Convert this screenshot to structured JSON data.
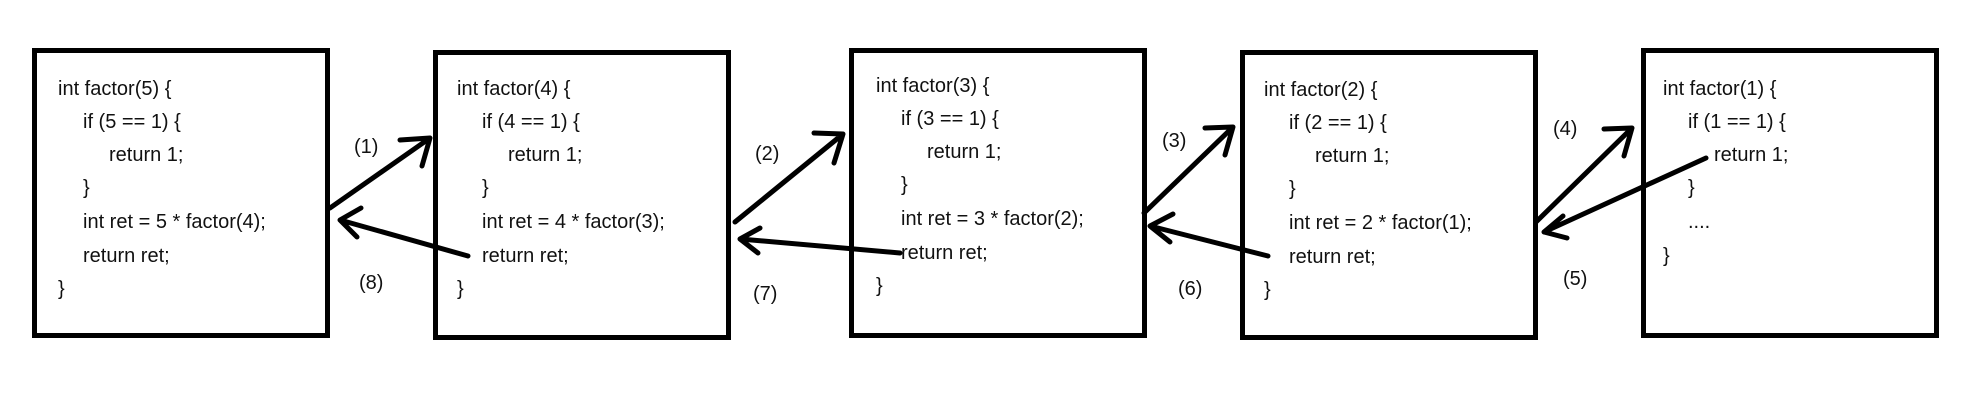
{
  "frames": [
    {
      "lines": [
        "int factor(5) {",
        "if (5 == 1) {",
        "return 1;",
        "}",
        "int ret = 5 * factor(4);",
        "return ret;",
        "}"
      ]
    },
    {
      "lines": [
        "int factor(4) {",
        "if (4 == 1) {",
        "return 1;",
        "}",
        "int ret = 4 * factor(3);",
        "return ret;",
        "}"
      ]
    },
    {
      "lines": [
        "int factor(3) {",
        "if (3 == 1) {",
        "return 1;",
        "}",
        "int ret = 3 * factor(2);",
        "return ret;",
        "}"
      ]
    },
    {
      "lines": [
        "int factor(2) {",
        "if (2 == 1) {",
        "return 1;",
        "}",
        "int ret = 2 * factor(1);",
        "return ret;",
        "}"
      ]
    },
    {
      "lines": [
        "int factor(1) {",
        "if (1 == 1) {",
        "return 1;",
        "}",
        "....",
        "}"
      ]
    }
  ],
  "steps": {
    "call": [
      "(1)",
      "(2)",
      "(3)",
      "(4)"
    ],
    "ret": [
      "(5)",
      "(6)",
      "(7)",
      "(8)"
    ]
  }
}
